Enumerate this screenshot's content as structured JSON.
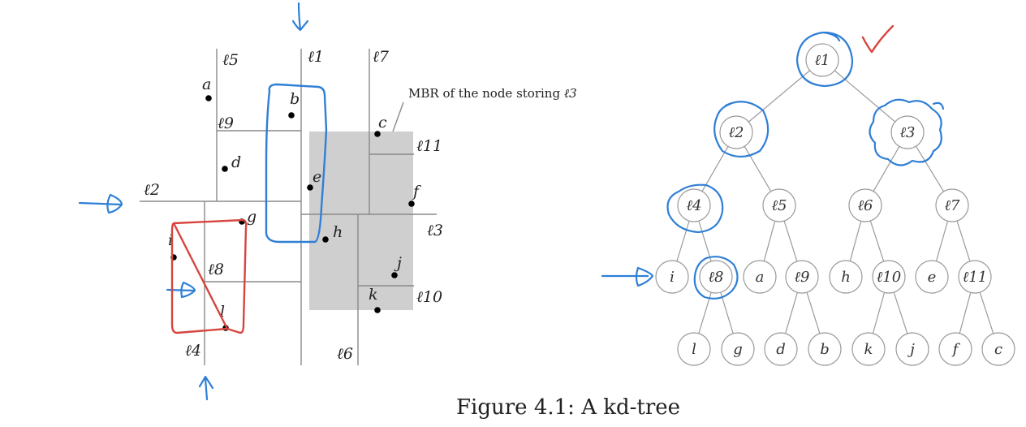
{
  "caption": "Figure 4.1: A kd-tree",
  "mbr_label": "MBR of the node storing",
  "mbr_line": "ℓ3",
  "colors": {
    "shade": "#cfcfcf",
    "line": "#8a8a8a",
    "blue_ink": "#2f7fd6",
    "red_ink": "#d6453f"
  },
  "partition": {
    "line_labels": [
      "ℓ5",
      "ℓ1",
      "ℓ7",
      "ℓ9",
      "ℓ11",
      "ℓ2",
      "ℓ3",
      "ℓ8",
      "ℓ10",
      "ℓ4",
      "ℓ6"
    ],
    "points": [
      "a",
      "b",
      "c",
      "d",
      "e",
      "f",
      "g",
      "h",
      "i",
      "j",
      "k",
      "l"
    ]
  },
  "tree": {
    "nodes": [
      {
        "id": "l1",
        "label": "ℓ1"
      },
      {
        "id": "l2",
        "label": "ℓ2"
      },
      {
        "id": "l3",
        "label": "ℓ3"
      },
      {
        "id": "l4",
        "label": "ℓ4"
      },
      {
        "id": "l5",
        "label": "ℓ5"
      },
      {
        "id": "l6",
        "label": "ℓ6"
      },
      {
        "id": "l7",
        "label": "ℓ7"
      },
      {
        "id": "i",
        "label": "i"
      },
      {
        "id": "l8",
        "label": "ℓ8"
      },
      {
        "id": "a",
        "label": "a"
      },
      {
        "id": "l9",
        "label": "ℓ9"
      },
      {
        "id": "h",
        "label": "h"
      },
      {
        "id": "l10",
        "label": "ℓ10"
      },
      {
        "id": "e",
        "label": "e"
      },
      {
        "id": "l11",
        "label": "ℓ11"
      },
      {
        "id": "lf",
        "label": "l"
      },
      {
        "id": "g",
        "label": "g"
      },
      {
        "id": "d",
        "label": "d"
      },
      {
        "id": "b",
        "label": "b"
      },
      {
        "id": "k",
        "label": "k"
      },
      {
        "id": "j",
        "label": "j"
      },
      {
        "id": "f",
        "label": "f"
      },
      {
        "id": "c",
        "label": "c"
      }
    ],
    "edges": [
      [
        "l1",
        "l2"
      ],
      [
        "l1",
        "l3"
      ],
      [
        "l2",
        "l4"
      ],
      [
        "l2",
        "l5"
      ],
      [
        "l3",
        "l6"
      ],
      [
        "l3",
        "l7"
      ],
      [
        "l4",
        "i"
      ],
      [
        "l4",
        "l8"
      ],
      [
        "l5",
        "a"
      ],
      [
        "l5",
        "l9"
      ],
      [
        "l6",
        "h"
      ],
      [
        "l6",
        "l10"
      ],
      [
        "l7",
        "e"
      ],
      [
        "l7",
        "l11"
      ],
      [
        "l8",
        "lf"
      ],
      [
        "l8",
        "g"
      ],
      [
        "l9",
        "d"
      ],
      [
        "l9",
        "b"
      ],
      [
        "l10",
        "k"
      ],
      [
        "l10",
        "j"
      ],
      [
        "l11",
        "f"
      ],
      [
        "l11",
        "c"
      ]
    ]
  }
}
